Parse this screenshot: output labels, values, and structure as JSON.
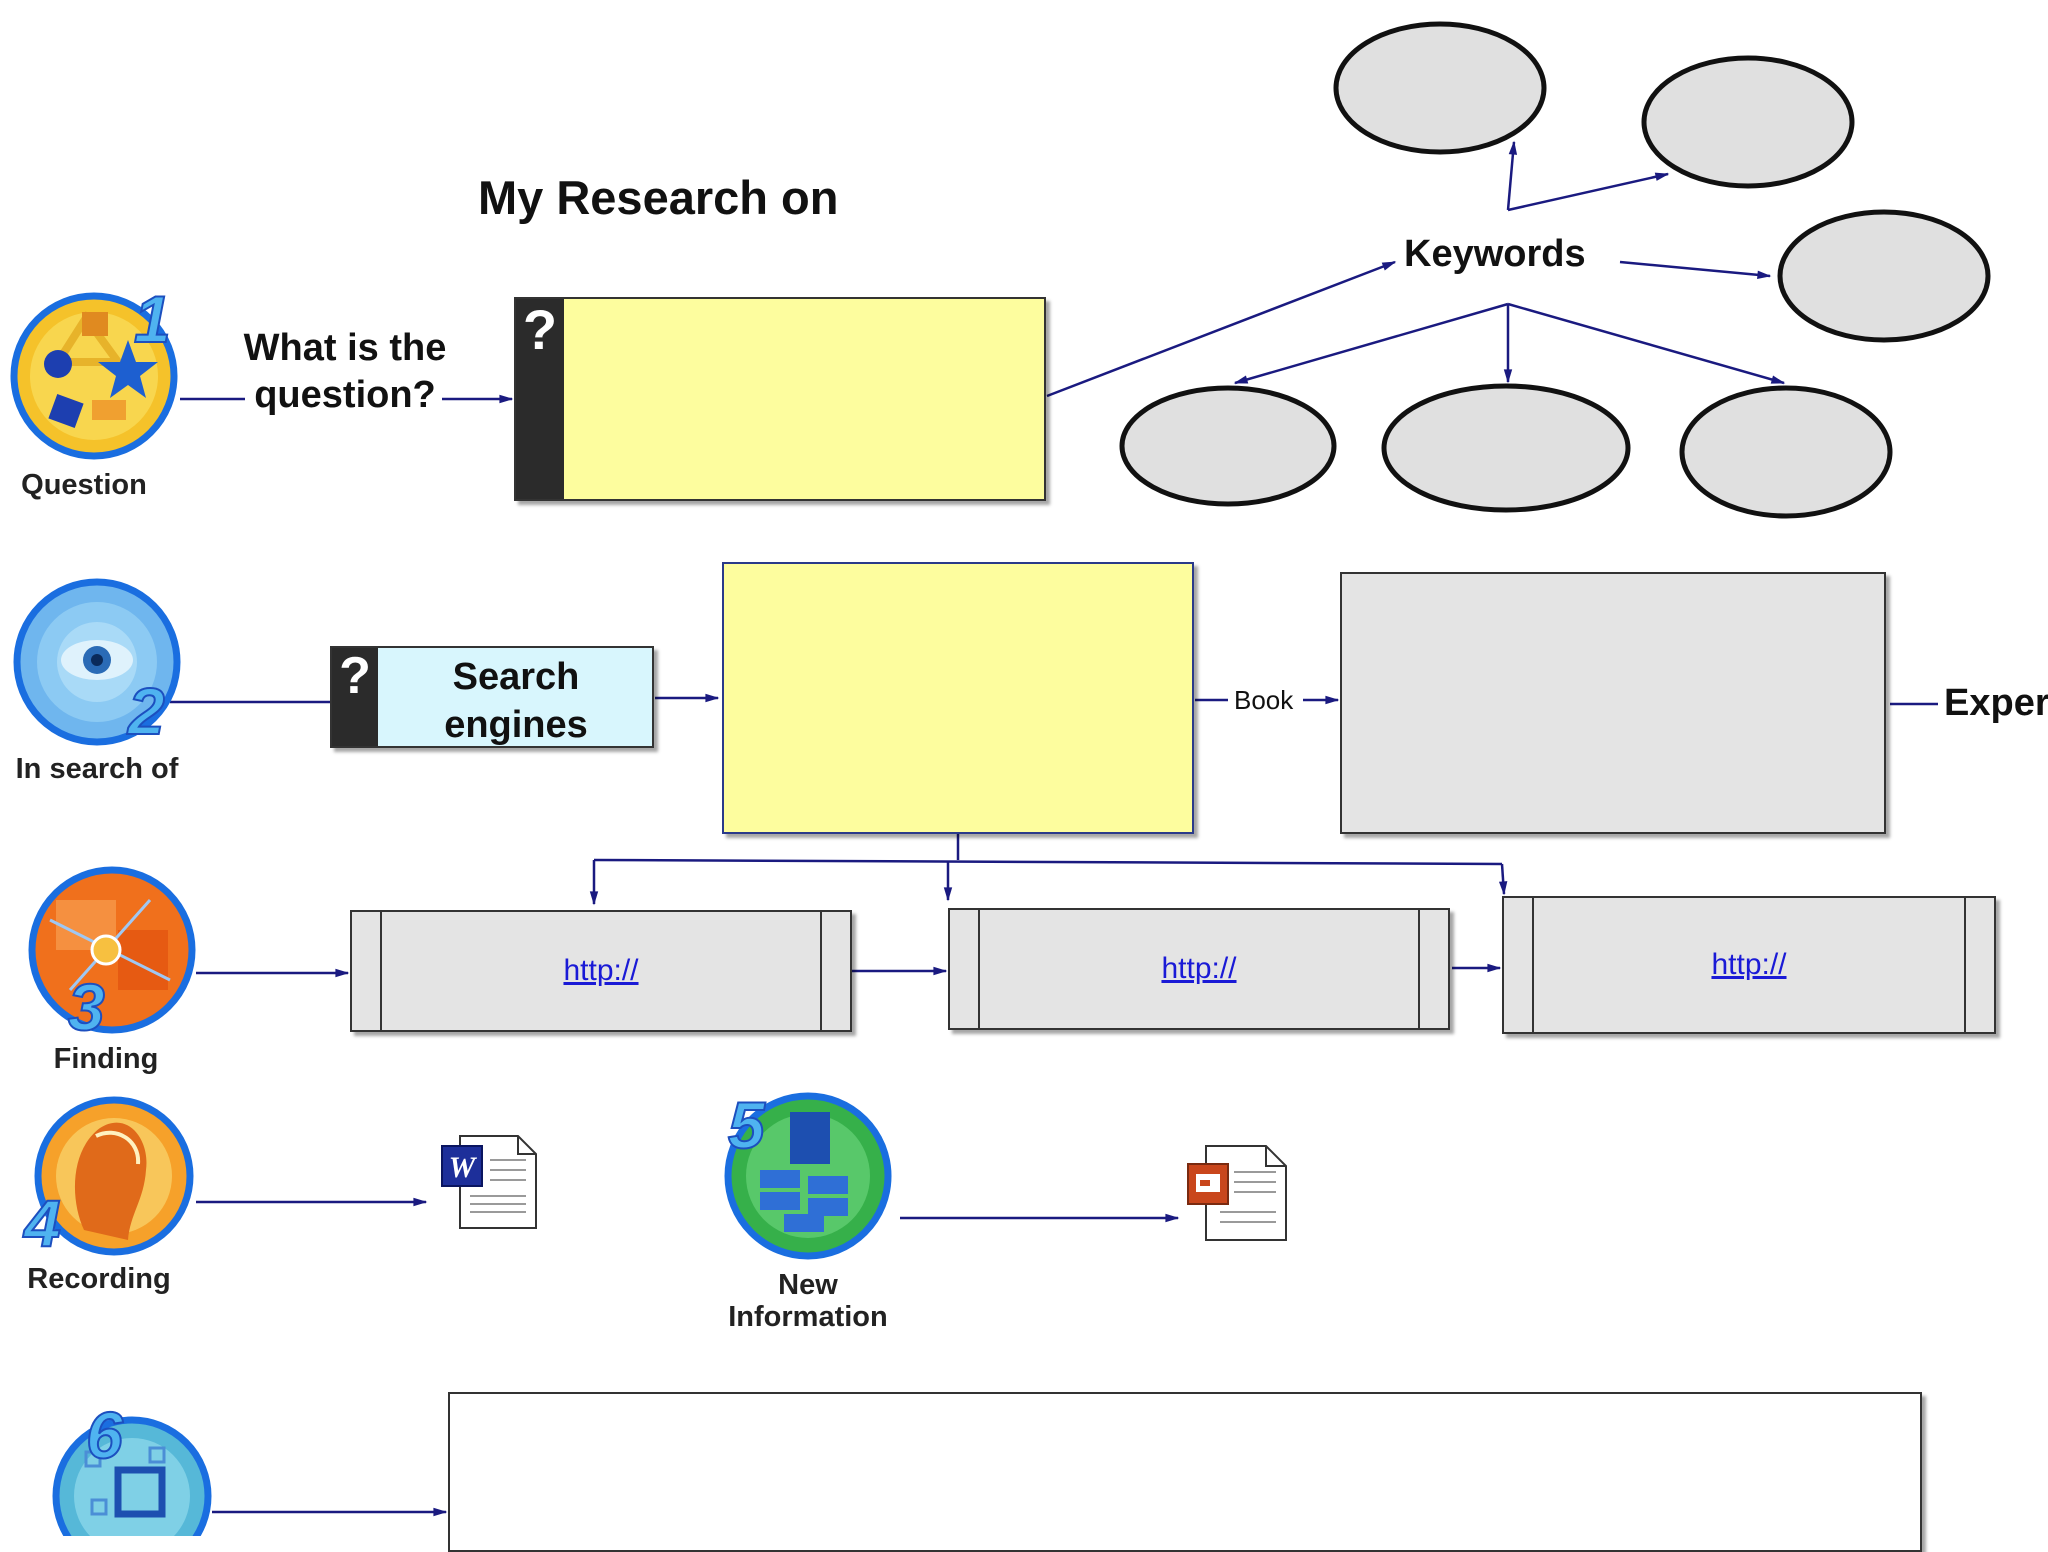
{
  "title": "My Research on",
  "steps": [
    {
      "number": "1",
      "label": "Question",
      "icon": "geometric-shapes-icon"
    },
    {
      "number": "2",
      "label": "In search of",
      "icon": "eye-icon"
    },
    {
      "number": "3",
      "label": "Finding",
      "icon": "map-target-icon"
    },
    {
      "number": "4",
      "label": "Recording",
      "icon": "head-profile-icon"
    },
    {
      "number": "5",
      "label": "New Information",
      "icon": "server-folder-icon"
    },
    {
      "number": "6",
      "label": "",
      "icon": "frames-icon"
    }
  ],
  "question_prompt": "What is the question?",
  "question_mark": "?",
  "keywords": "Keywords",
  "search_engines": "Search engines",
  "book_label": "Book",
  "expert_label": "Exper",
  "links": [
    "http://",
    "http://",
    "http://"
  ],
  "documents": [
    "word-document-icon",
    "powerpoint-document-icon"
  ],
  "colors": {
    "yellow_box": "#fdfd9e",
    "gray_box": "#e4e4e4",
    "cyan_box": "#d8f6fd",
    "ellipse_fill": "#e0e0e0",
    "arrow": "#1a1a80",
    "link": "#1a1ad6"
  }
}
